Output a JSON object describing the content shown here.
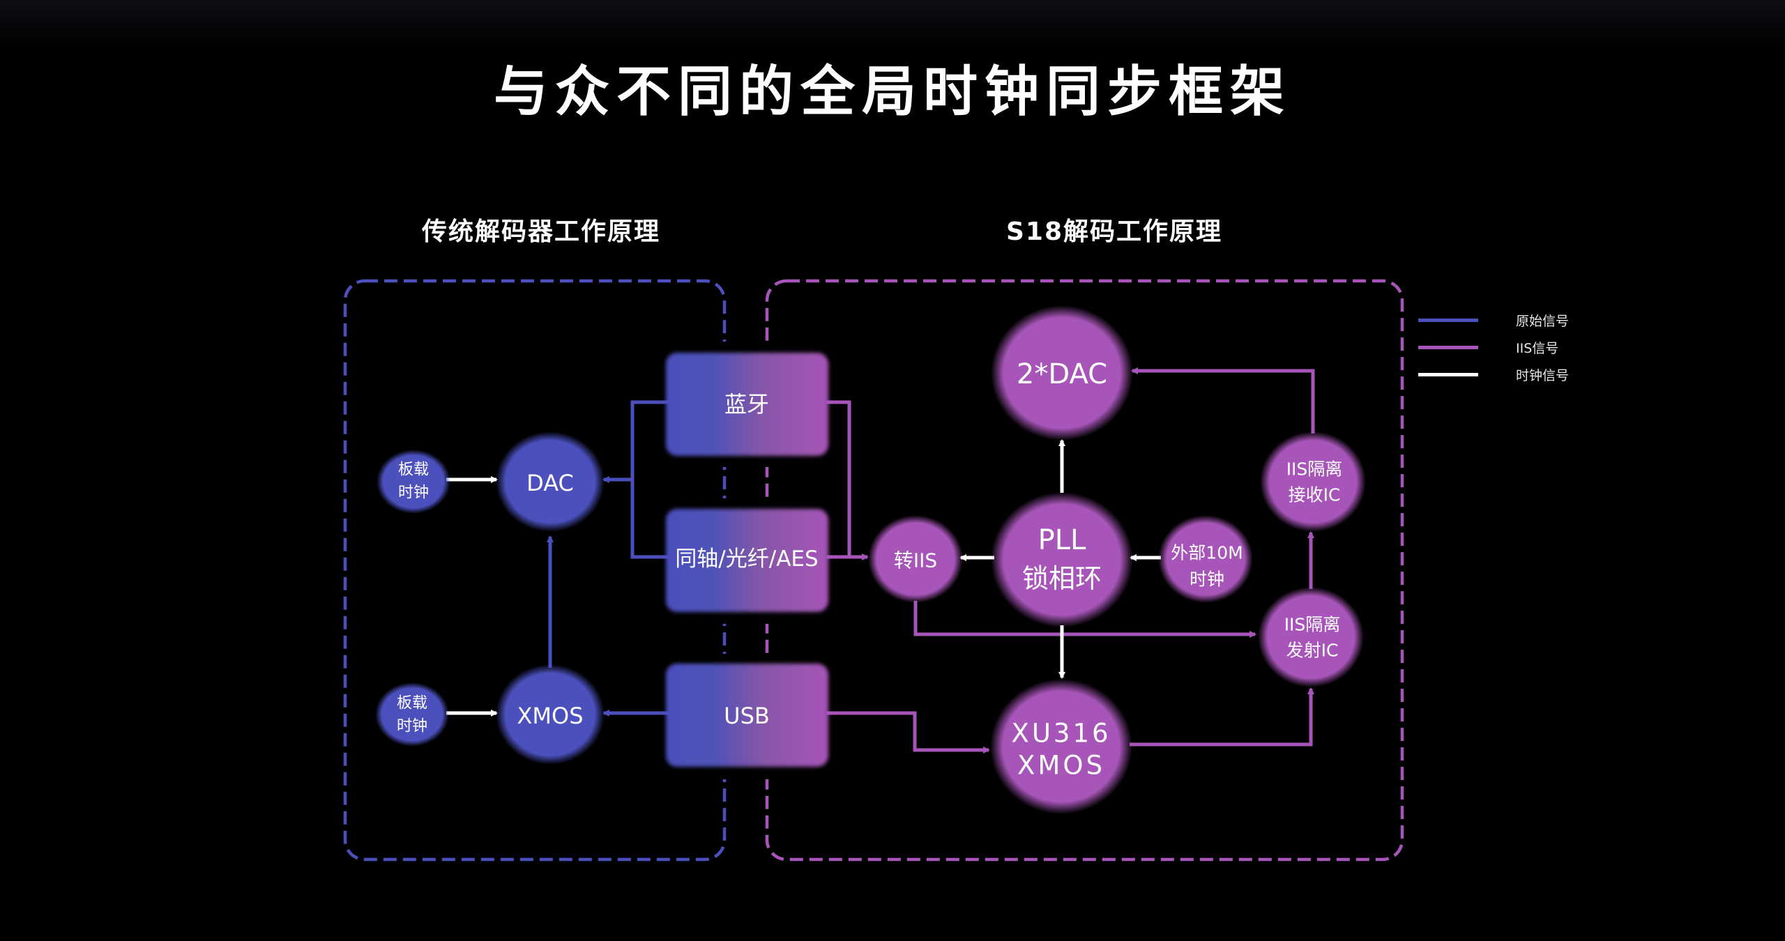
{
  "title": "与众不同的全局时钟同步框架",
  "sections": {
    "traditional": "传统解码器工作原理",
    "s18": "S18解码工作原理"
  },
  "colors": {
    "original_signal": "#4b50bd",
    "iis_signal": "#a755b8",
    "clock_signal": "#ffffff",
    "background": "#000000"
  },
  "legend": [
    {
      "label": "原始信号",
      "color": "#4b50bd"
    },
    {
      "label": "IIS信号",
      "color": "#a755b8"
    },
    {
      "label": "时钟信号",
      "color": "#ffffff"
    }
  ],
  "sources": {
    "bluetooth": "蓝牙",
    "coax": "同轴/光纤/AES",
    "usb": "USB"
  },
  "traditional_nodes": {
    "clock1": [
      "板载",
      "时钟"
    ],
    "dac": "DAC",
    "clock2": [
      "板载",
      "时钟"
    ],
    "xmos": "XMOS"
  },
  "s18_nodes": {
    "to_iis": "转IIS",
    "dac2": "2*DAC",
    "pll": [
      "PLL",
      "锁相环"
    ],
    "ext_clock": [
      "外部10M",
      "时钟"
    ],
    "iis_rx": [
      "IIS隔离",
      "接收IC"
    ],
    "iis_tx": [
      "IIS隔离",
      "发射IC"
    ],
    "xu316": [
      "XU316",
      "XMOS"
    ]
  }
}
